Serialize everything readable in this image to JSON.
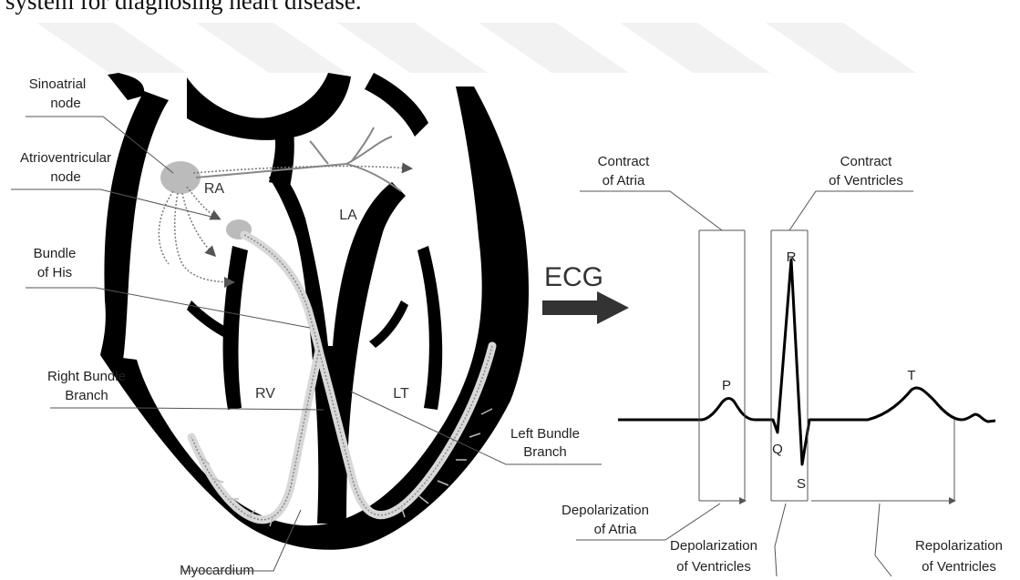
{
  "page": {
    "top_text": "system for diagnosing heart disease."
  },
  "heart": {
    "labels": {
      "sinoatrial_line1": "Sinoatrial",
      "sinoatrial_line2": "node",
      "av_line1": "Atrioventricular",
      "av_line2": "node",
      "his_line1": "Bundle",
      "his_line2": "of His",
      "rbb_line1": "Right Bundle",
      "rbb_line2": "Branch",
      "lbb_line1": "Left Bundle",
      "lbb_line2": "Branch",
      "myocardium": "Myocardium"
    },
    "chambers": {
      "ra": "RA",
      "la": "LA",
      "rv": "RV",
      "lt": "LT"
    }
  },
  "ecg": {
    "arrow_label": "ECG",
    "waves": {
      "p": "P",
      "q": "Q",
      "r": "R",
      "s": "S",
      "t": "T"
    },
    "annotations": {
      "contract_atria_line1": "Contract",
      "contract_atria_line2": "of Atria",
      "contract_ventricles_line1": "Contract",
      "contract_ventricles_line2": "of Ventricles",
      "depol_atria_line1": "Depolarization",
      "depol_atria_line2": "of Atria",
      "depol_ventricles_line1": "Depolarization",
      "depol_ventricles_line2": "of Ventricles",
      "repol_ventricles_line1": "Repolarization",
      "repol_ventricles_line2": "of Ventricles"
    }
  }
}
